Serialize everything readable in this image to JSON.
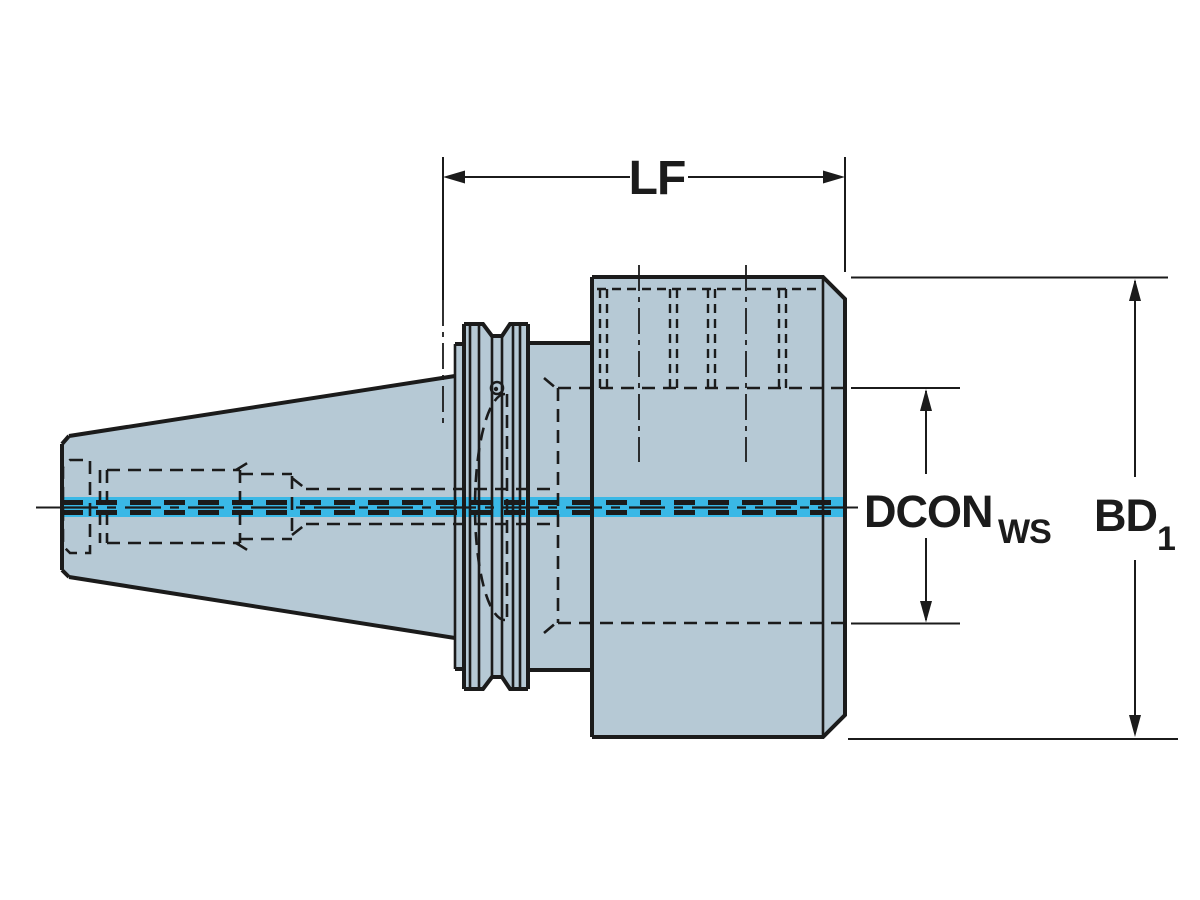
{
  "diagram": {
    "type": "engineering-drawing",
    "subject": "machine taper tool holder adapter, side cross-section view",
    "labels": {
      "flange_length": "LF",
      "coupling_dia_main": "DCON",
      "coupling_dia_sub": "WS",
      "body_dia_main": "BD",
      "body_dia_sub": "1"
    },
    "colors": {
      "body": "#b6c9d5",
      "coolant": "#3ab8e6",
      "line": "#1b1b1b",
      "background": "#ffffff"
    }
  }
}
